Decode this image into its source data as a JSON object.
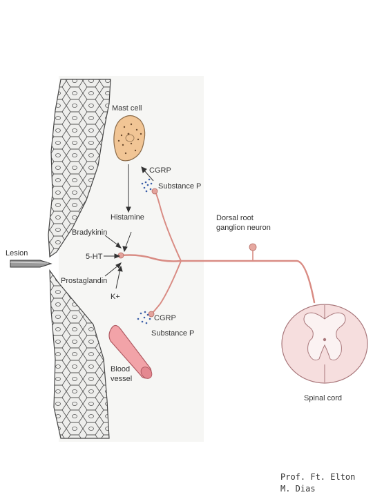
{
  "labels": {
    "mast_cell": "Mast cell",
    "cgrp_top": "CGRP",
    "substance_p_top": "Substance P",
    "histamine": "Histamine",
    "bradykinin": "Bradykinin",
    "lesion": "Lesion",
    "five_ht": "5-HT",
    "prostaglandin": "Prostaglandin",
    "k_plus": "K+",
    "cgrp_bottom": "CGRP",
    "substance_p_bottom": "Substance P",
    "blood": "Blood",
    "vessel": "vessel",
    "dorsal_root": "Dorsal root",
    "ganglion_neuron": "ganglion neuron",
    "spinal_cord": "Spinal cord"
  },
  "credit": {
    "line1": "Prof. Ft. Elton",
    "line2": "M. Dias"
  },
  "colors": {
    "nerve": "#d98c84",
    "mast_cell": "#f1c595",
    "blood_vessel": "#f2a3a8",
    "spinal_cord": "#f6dede",
    "granule_dots": "#3a5ea8",
    "tissue_bg": "#f3f3f1",
    "cell_outline": "#555555"
  }
}
